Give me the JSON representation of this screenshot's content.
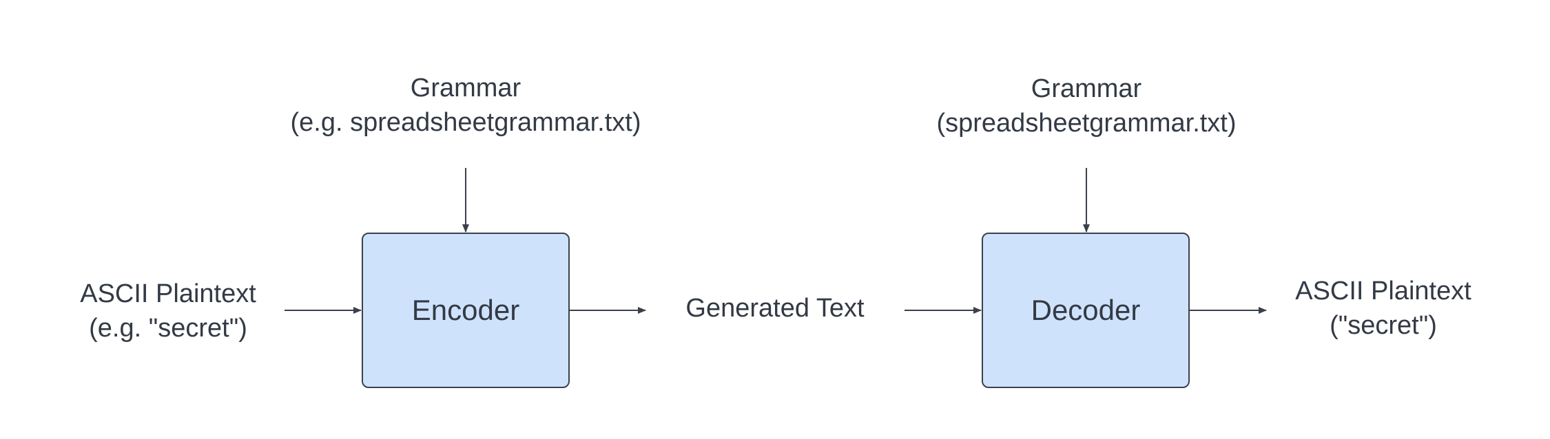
{
  "encoder_side": {
    "grammar_label": "Grammar",
    "grammar_example": "(e.g. spreadsheetgrammar.txt)",
    "input_label": "ASCII Plaintext",
    "input_example": "(e.g. \"secret\")",
    "box_label": "Encoder"
  },
  "middle": {
    "generated_text": "Generated Text"
  },
  "decoder_side": {
    "grammar_label": "Grammar",
    "grammar_example": "(spreadsheetgrammar.txt)",
    "box_label": "Decoder",
    "output_label": "ASCII Plaintext",
    "output_example": "(\"secret\")"
  },
  "colors": {
    "box_fill": "#cfe2fb",
    "stroke": "#3a414c",
    "text": "#333a45"
  }
}
